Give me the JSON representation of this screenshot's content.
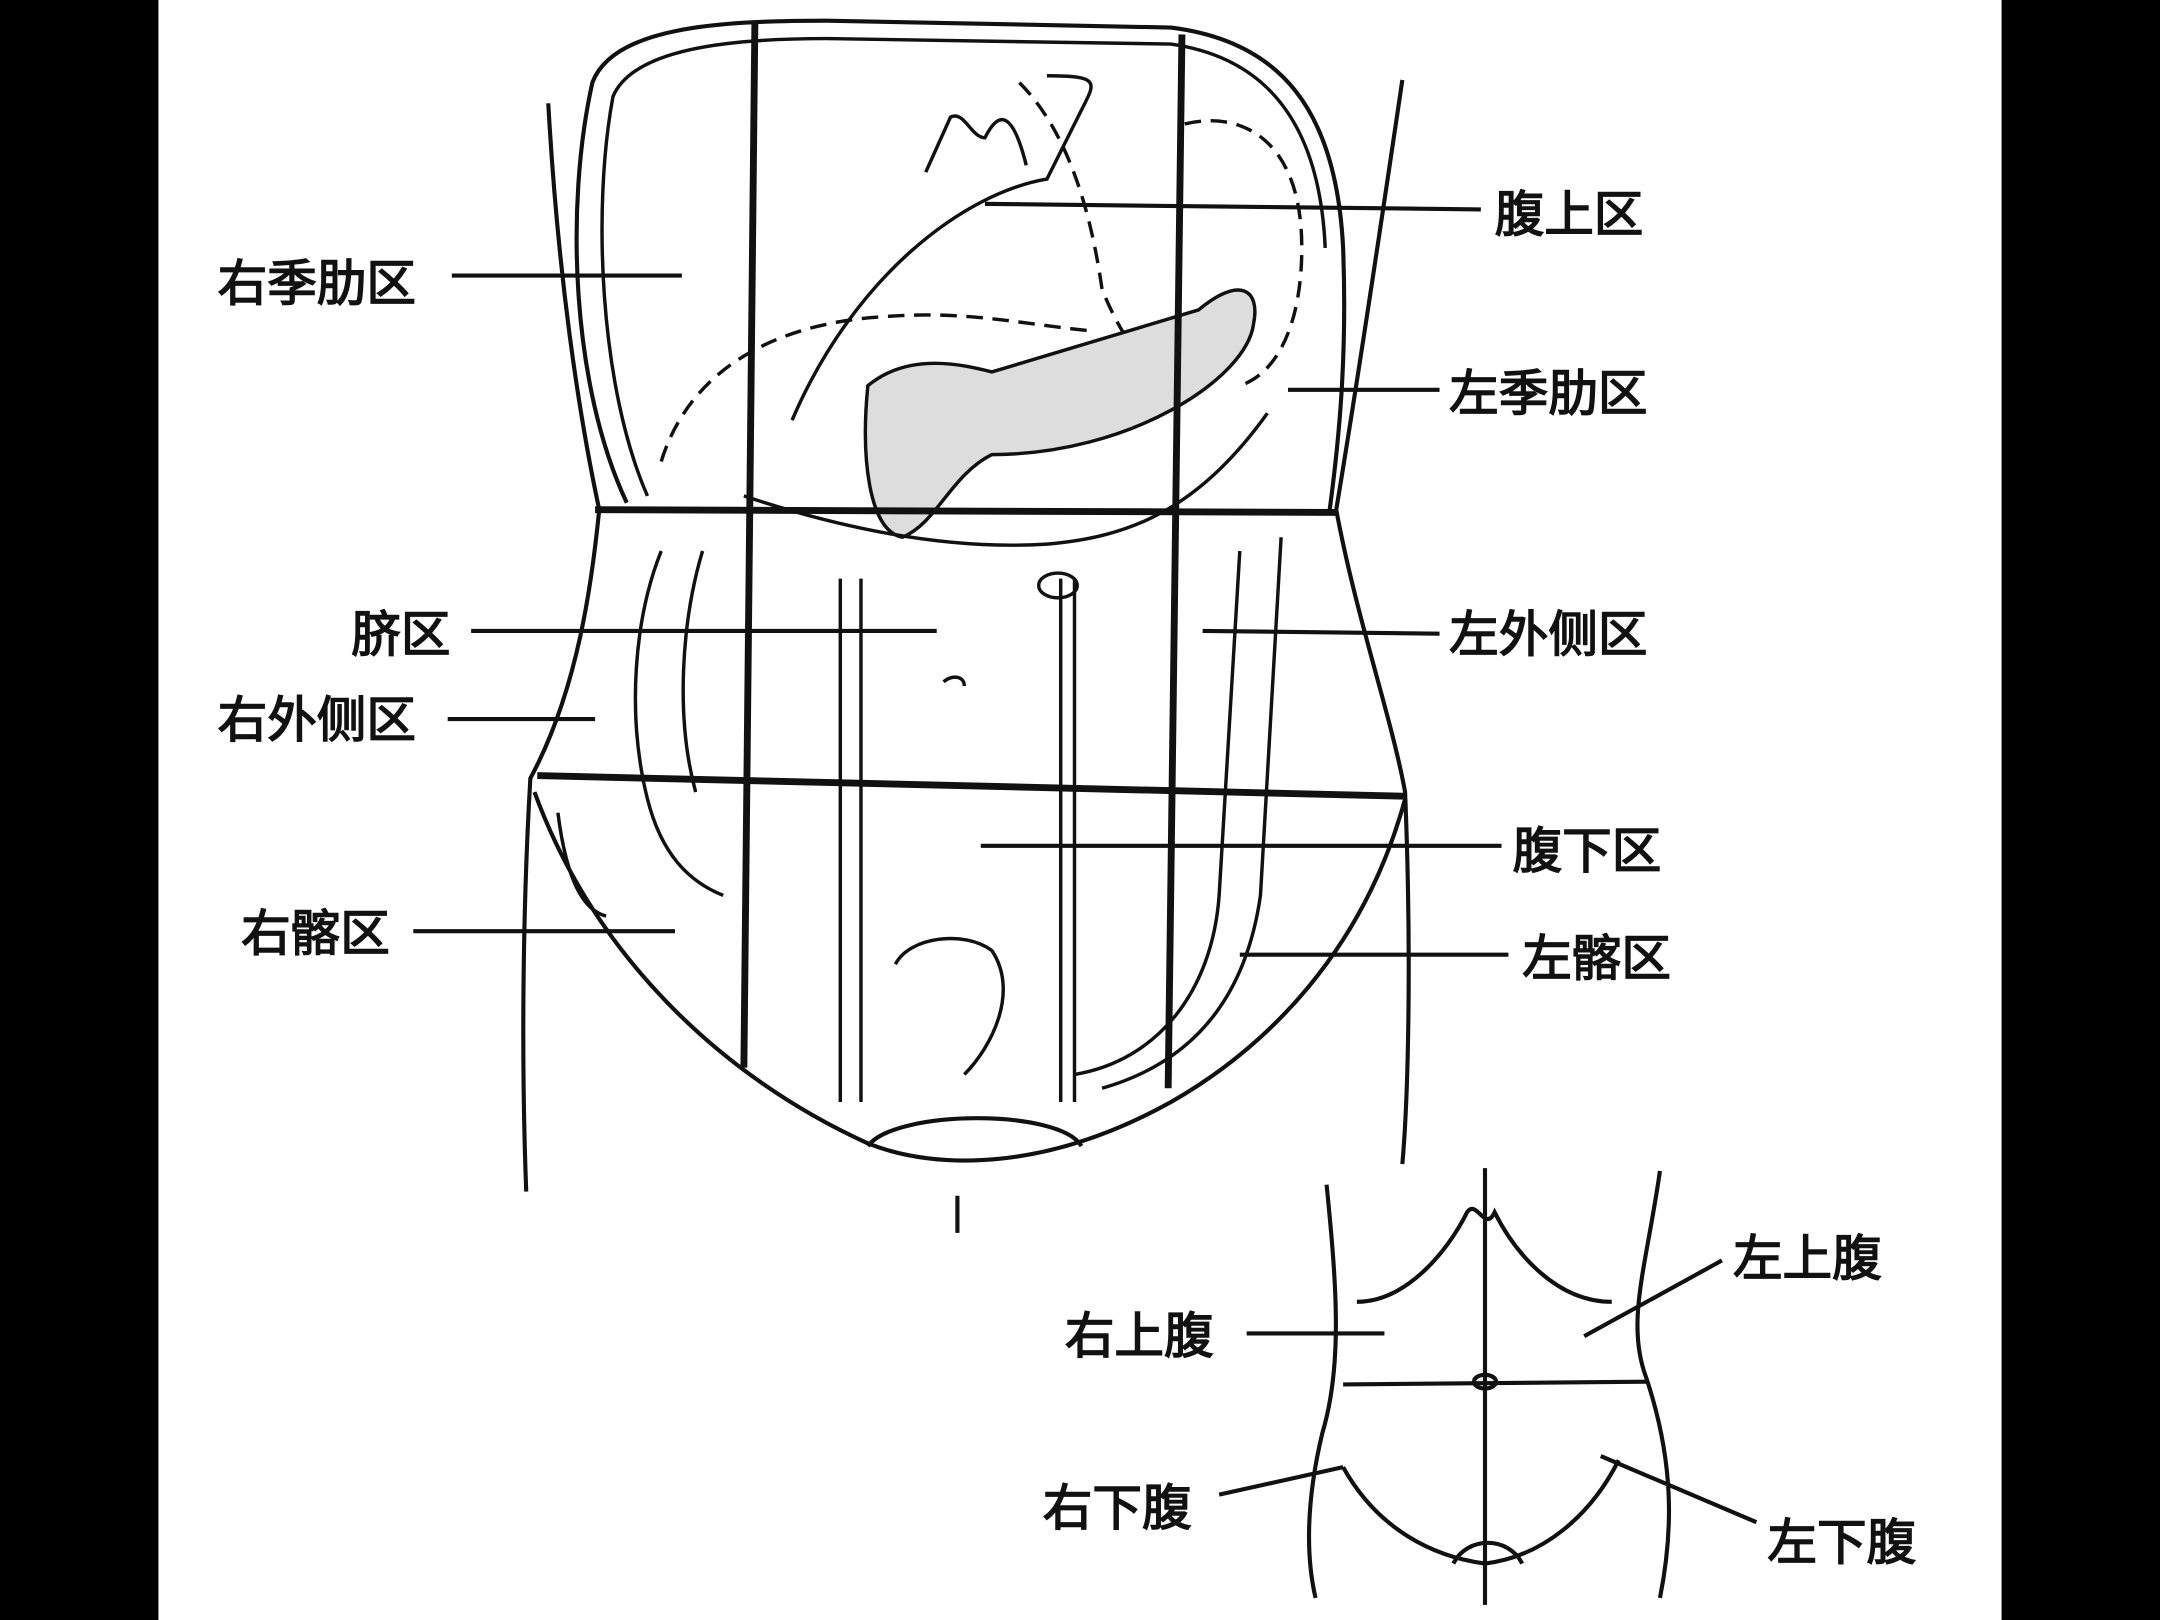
{
  "main_diagram": {
    "labels": {
      "epigastric": "腹上区",
      "right_hypochondriac": "右季肋区",
      "left_hypochondriac": "左季肋区",
      "umbilical": "脐区",
      "left_lumbar": "左外侧区",
      "right_lumbar": "右外侧区",
      "hypogastric": "腹下区",
      "right_iliac": "右髂区",
      "left_iliac": "左髂区"
    }
  },
  "inset_diagram": {
    "labels": {
      "left_upper": "左上腹",
      "right_upper": "右上腹",
      "right_lower": "右下腹",
      "left_lower": "左下腹"
    }
  }
}
